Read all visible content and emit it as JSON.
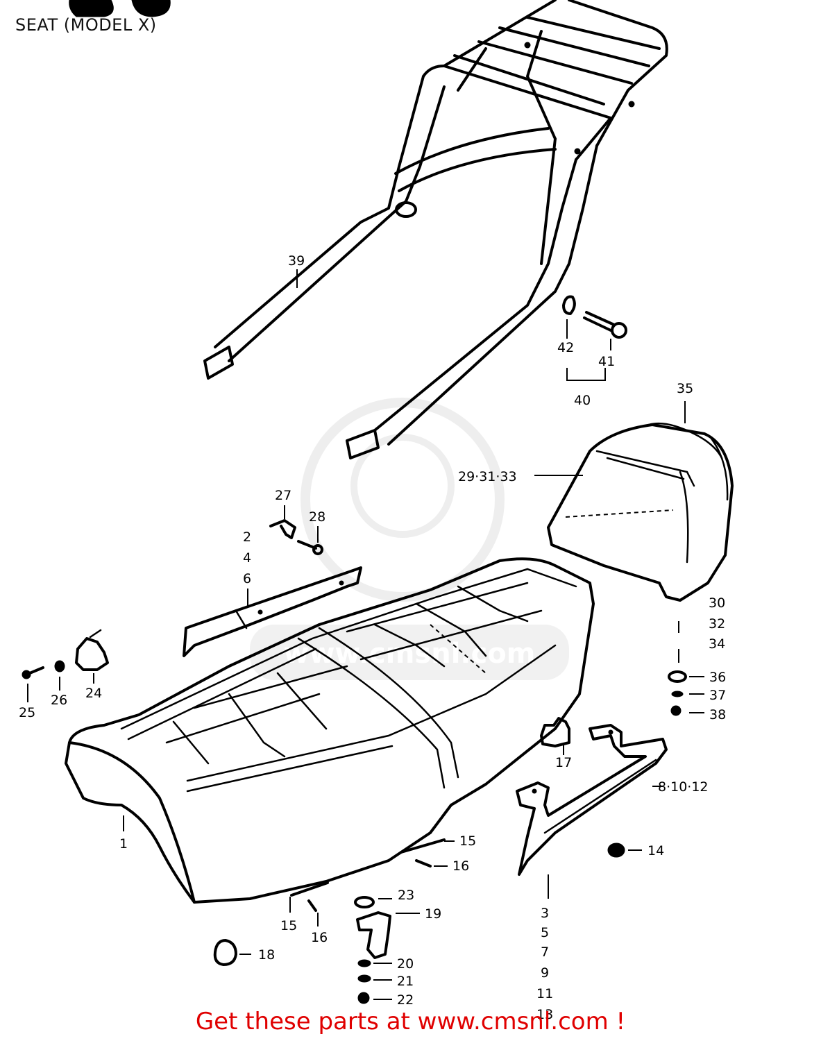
{
  "page": {
    "title": "SEAT (MODEL X)",
    "footer": "Get these parts at www.cmsnl.com !"
  },
  "watermark": {
    "text": "www.cmsnl.com",
    "color": "#d8d8d8"
  },
  "callouts": {
    "c1": "1",
    "c2_4_6": [
      "2",
      "4",
      "6"
    ],
    "c3_13": [
      "3",
      "5",
      "7",
      "9",
      "11",
      "13"
    ],
    "c8_10_12": "8·10·12",
    "c14": "14",
    "c15a": "15",
    "c16a": "16",
    "c15b": "15",
    "c16b": "16",
    "c17": "17",
    "c18": "18",
    "c19": "19",
    "c20": "20",
    "c21": "21",
    "c22": "22",
    "c23": "23",
    "c24": "24",
    "c25": "25",
    "c26": "26",
    "c27": "27",
    "c28": "28",
    "c29_31_33": "29·31·33",
    "c30_32_34": [
      "30",
      "32",
      "34"
    ],
    "c35": "35",
    "c36": "36",
    "c37": "37",
    "c38": "38",
    "c39": "39",
    "c40": "40",
    "c41": "41",
    "c42": "42"
  }
}
